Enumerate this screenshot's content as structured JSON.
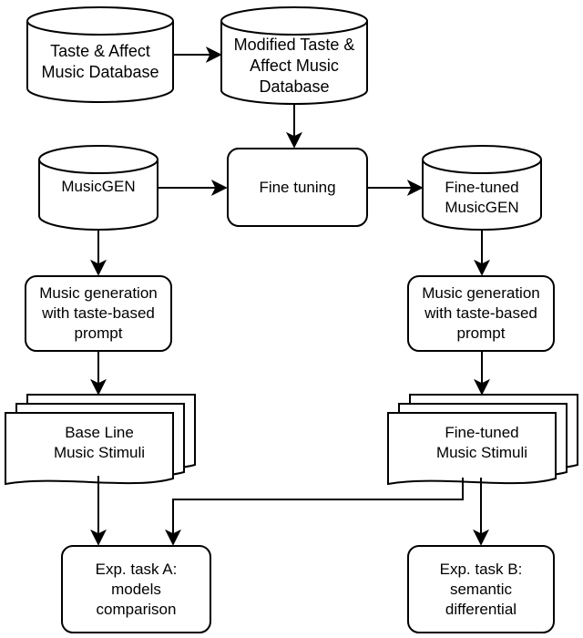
{
  "nodes": {
    "taste_db": "Taste & Affect\nMusic Database",
    "modified_db": "Modified Taste &\nAffect Music\nDatabase",
    "musicgen": "MusicGEN",
    "fine_tuning": "Fine tuning",
    "finetuned_musicgen": "Fine-tuned\nMusicGEN",
    "gen_left": "Music generation\nwith taste-based\nprompt",
    "gen_right": "Music generation\nwith taste-based\nprompt",
    "stimuli_left": "Base Line\nMusic Stimuli",
    "stimuli_right": "Fine-tuned\nMusic Stimuli",
    "task_a": "Exp. task A:\nmodels\ncomparison",
    "task_b": "Exp. task B:\nsemantic\ndifferential"
  },
  "colors": {
    "stroke": "#000000",
    "fill": "#ffffff"
  }
}
